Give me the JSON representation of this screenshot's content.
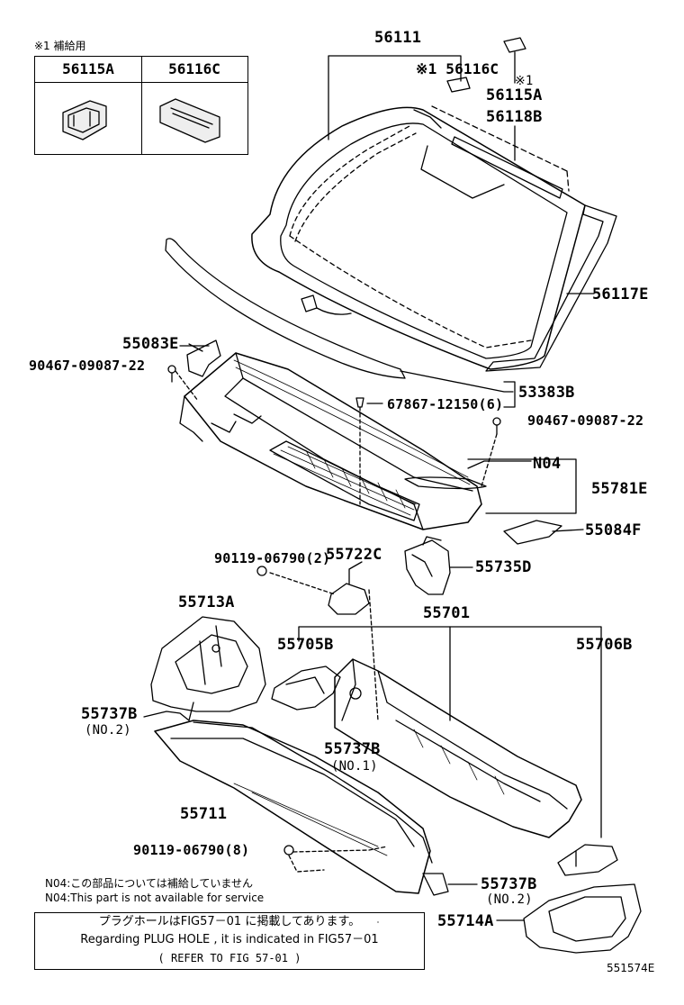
{
  "supply_note": "※1 補給用",
  "supply_box": {
    "col1": "56115A",
    "col2": "56116C"
  },
  "labels": {
    "p56111": "56111",
    "p56116C_top": "※1 56116C",
    "star1": "※1",
    "p56115A": "56115A",
    "p56118B": "56118B",
    "p56117E": "56117E",
    "p55083E": "55083E",
    "p90467_left": "90467-09087-22",
    "p53383B": "53383B",
    "p67867": "67867-12150(6)",
    "p90467_right": "90467-09087-22",
    "pN04": "N04",
    "p55781E": "55781E",
    "p55084F": "55084F",
    "p90119_2": "90119-06790(2)",
    "p55722C": "55722C",
    "p55735D": "55735D",
    "p55713A": "55713A",
    "p55701": "55701",
    "p55705B": "55705B",
    "p55706B": "55706B",
    "p55737B_left": "55737B",
    "no2_left": "(NO.2)",
    "p55737B_mid": "55737B",
    "no1_mid": "(NO.1)",
    "p55711": "55711",
    "p90119_8": "90119-06790(8)",
    "p55737B_right": "55737B",
    "no2_right": "(NO.2)",
    "p55714A": "55714A"
  },
  "notes": {
    "n04_jp": "N04:この部品については補給していません",
    "n04_en": "N04:This part is not available for service"
  },
  "plug_box": {
    "line1": "プラグホールはFIG57－01 に掲載してあります。",
    "line2": "Regarding PLUG HOLE , it is indicated in FIG57－01",
    "line3": "( REFER TO FIG   57-01 )"
  },
  "figure_id": "551574E"
}
